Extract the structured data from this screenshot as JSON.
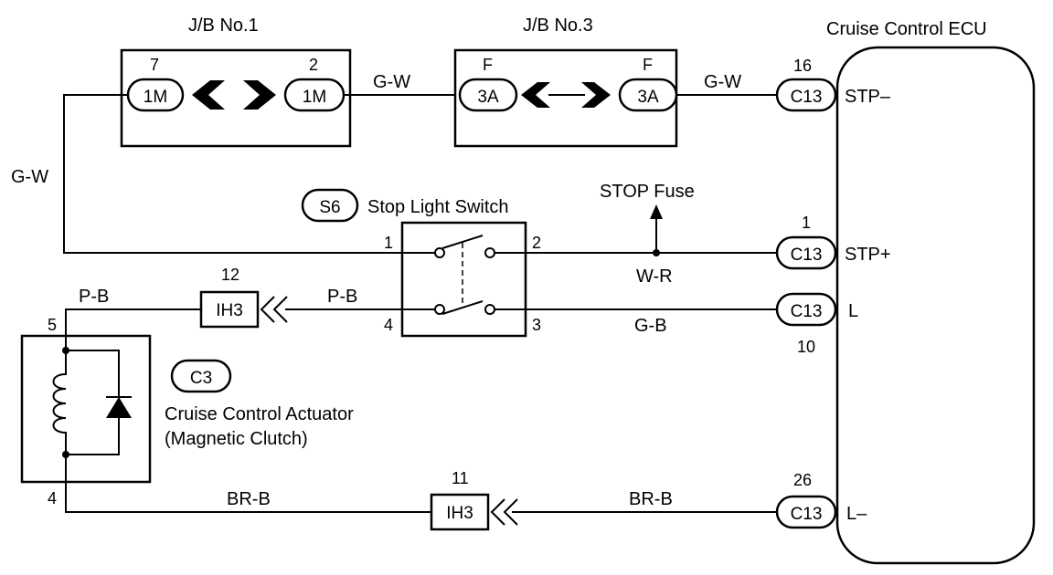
{
  "jb1": {
    "title": "J/B No.1",
    "pin_left": "7",
    "pin_right": "2",
    "conn_left": "1M",
    "conn_right": "1M"
  },
  "jb3": {
    "title": "J/B No.3",
    "pin_left": "F",
    "pin_right": "F",
    "conn_left": "3A",
    "conn_right": "3A"
  },
  "ecu": {
    "title": "Cruise Control ECU",
    "terminals": [
      {
        "pin": "16",
        "conn": "C13",
        "name": "STP–"
      },
      {
        "pin": "1",
        "conn": "C13",
        "name": "STP+"
      },
      {
        "pin": "10",
        "conn": "C13",
        "name": "L"
      },
      {
        "pin": "26",
        "conn": "C13",
        "name": "L–"
      }
    ]
  },
  "stop_switch": {
    "code": "S6",
    "name": "Stop Light Switch",
    "pins": [
      "1",
      "2",
      "3",
      "4"
    ]
  },
  "stop_fuse": "STOP Fuse",
  "actuator": {
    "code": "C3",
    "name_line1": "Cruise Control Actuator",
    "name_line2": "(Magnetic Clutch)",
    "pin_top": "5",
    "pin_bottom": "4"
  },
  "ih3_upper": {
    "label": "IH3",
    "pin": "12"
  },
  "ih3_lower": {
    "label": "IH3",
    "pin": "11"
  },
  "wires": {
    "gw_left": "G-W",
    "gw_mid": "G-W",
    "gw_right": "G-W",
    "wr": "W-R",
    "gb": "G-B",
    "pb_left": "P-B",
    "pb_right": "P-B",
    "brb_left": "BR-B",
    "brb_right": "BR-B"
  }
}
